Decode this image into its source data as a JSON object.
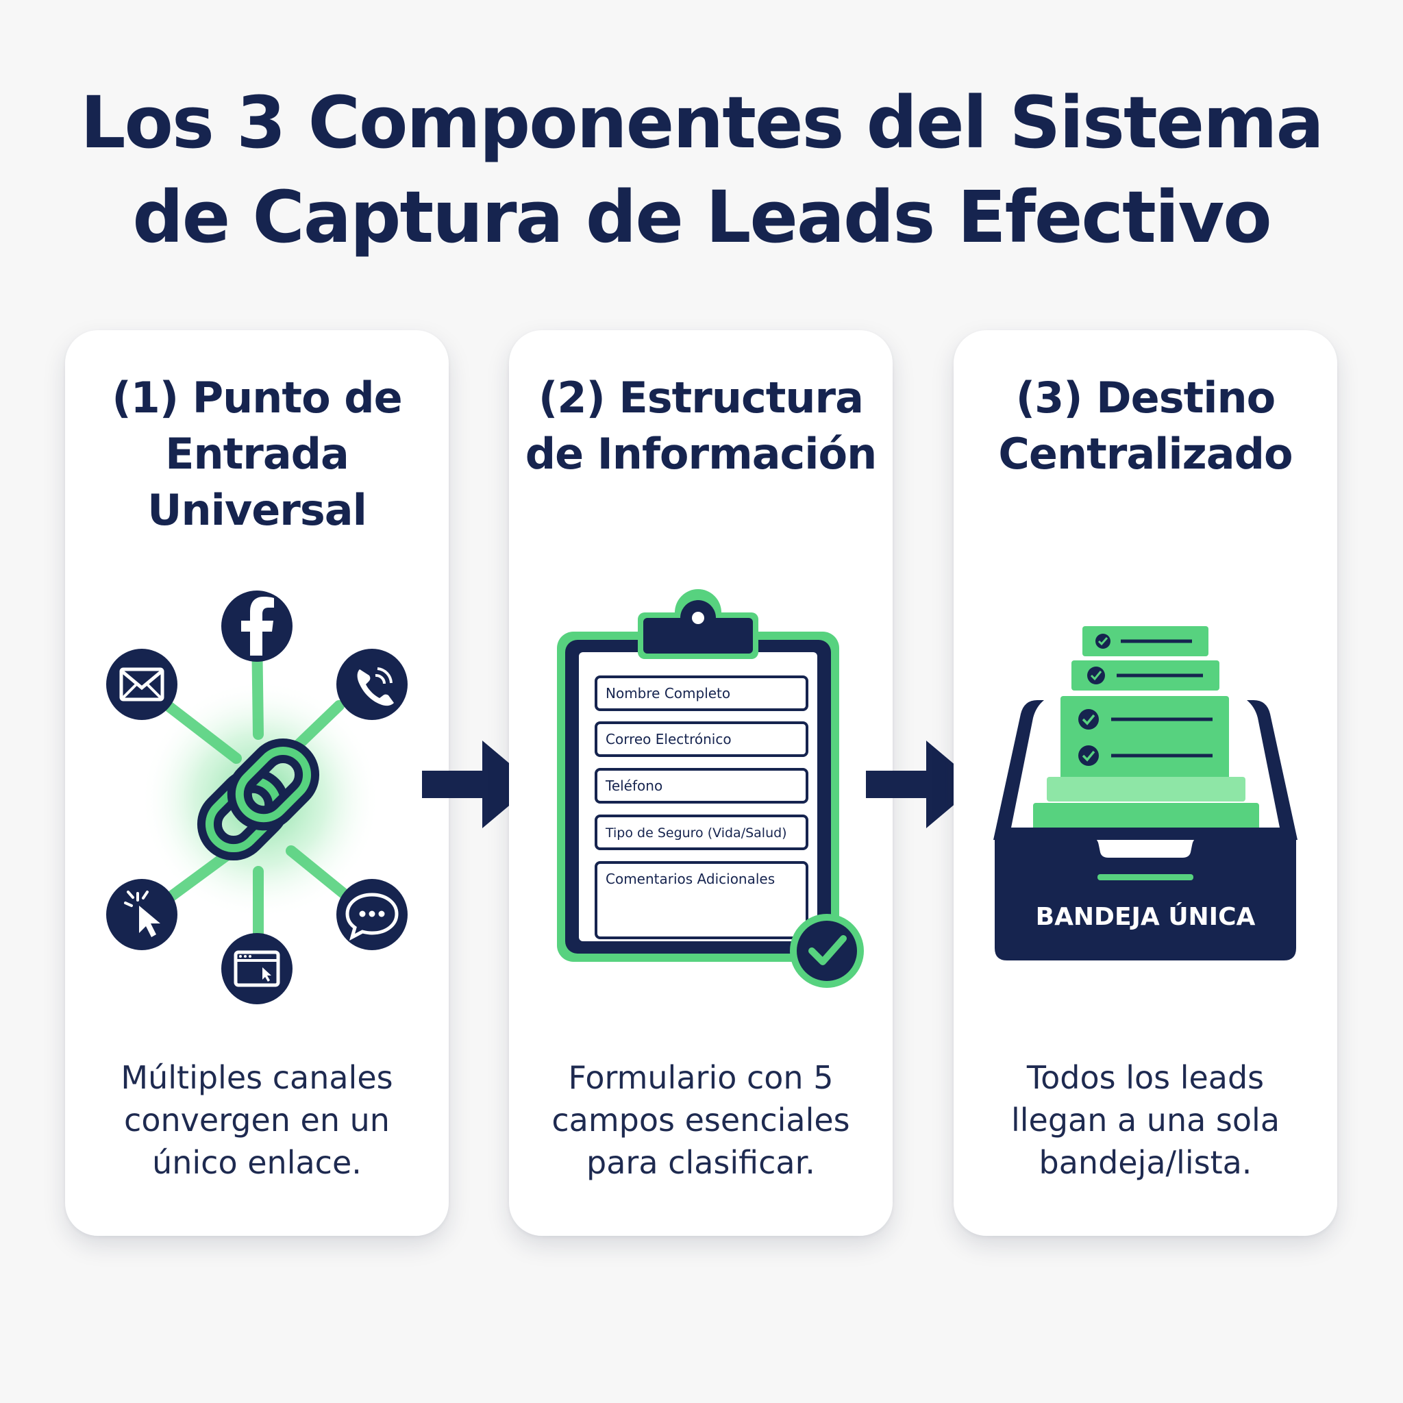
{
  "title": {
    "line1": "Los 3 Componentes del Sistema",
    "line2": "de Captura de Leads Efectivo"
  },
  "colors": {
    "navy": "#16244f",
    "green": "#57d27f",
    "light_green": "#8ee6a6",
    "background": "#f7f7f7"
  },
  "cards": [
    {
      "title_lines": [
        "(1) Punto de",
        "Entrada",
        "Universal"
      ],
      "desc_lines": [
        "Múltiples canales",
        "convergen en un",
        "único enlace."
      ],
      "icons": [
        "facebook-icon",
        "phone-icon",
        "chat-icon",
        "browser-icon",
        "cursor-click-icon",
        "email-icon",
        "link-icon"
      ]
    },
    {
      "title_lines": [
        "(2) Estructura",
        "de Información"
      ],
      "desc_lines": [
        "Formulario con 5",
        "campos esenciales",
        "para clasificar."
      ],
      "form_fields": [
        "Nombre Completo",
        "Correo Electrónico",
        "Teléfono",
        "Tipo de Seguro (Vida/Salud)",
        "Comentarios Adicionales"
      ],
      "icons": [
        "clipboard-icon",
        "checkmark-icon"
      ]
    },
    {
      "title_lines": [
        "(3) Destino",
        "Centralizado"
      ],
      "desc_lines": [
        "Todos los leads",
        "llegan a una sola",
        "bandeja/lista."
      ],
      "tray_label": "BANDEJA ÚNICA",
      "icons": [
        "inbox-tray-icon",
        "check-circle-icon"
      ]
    }
  ]
}
